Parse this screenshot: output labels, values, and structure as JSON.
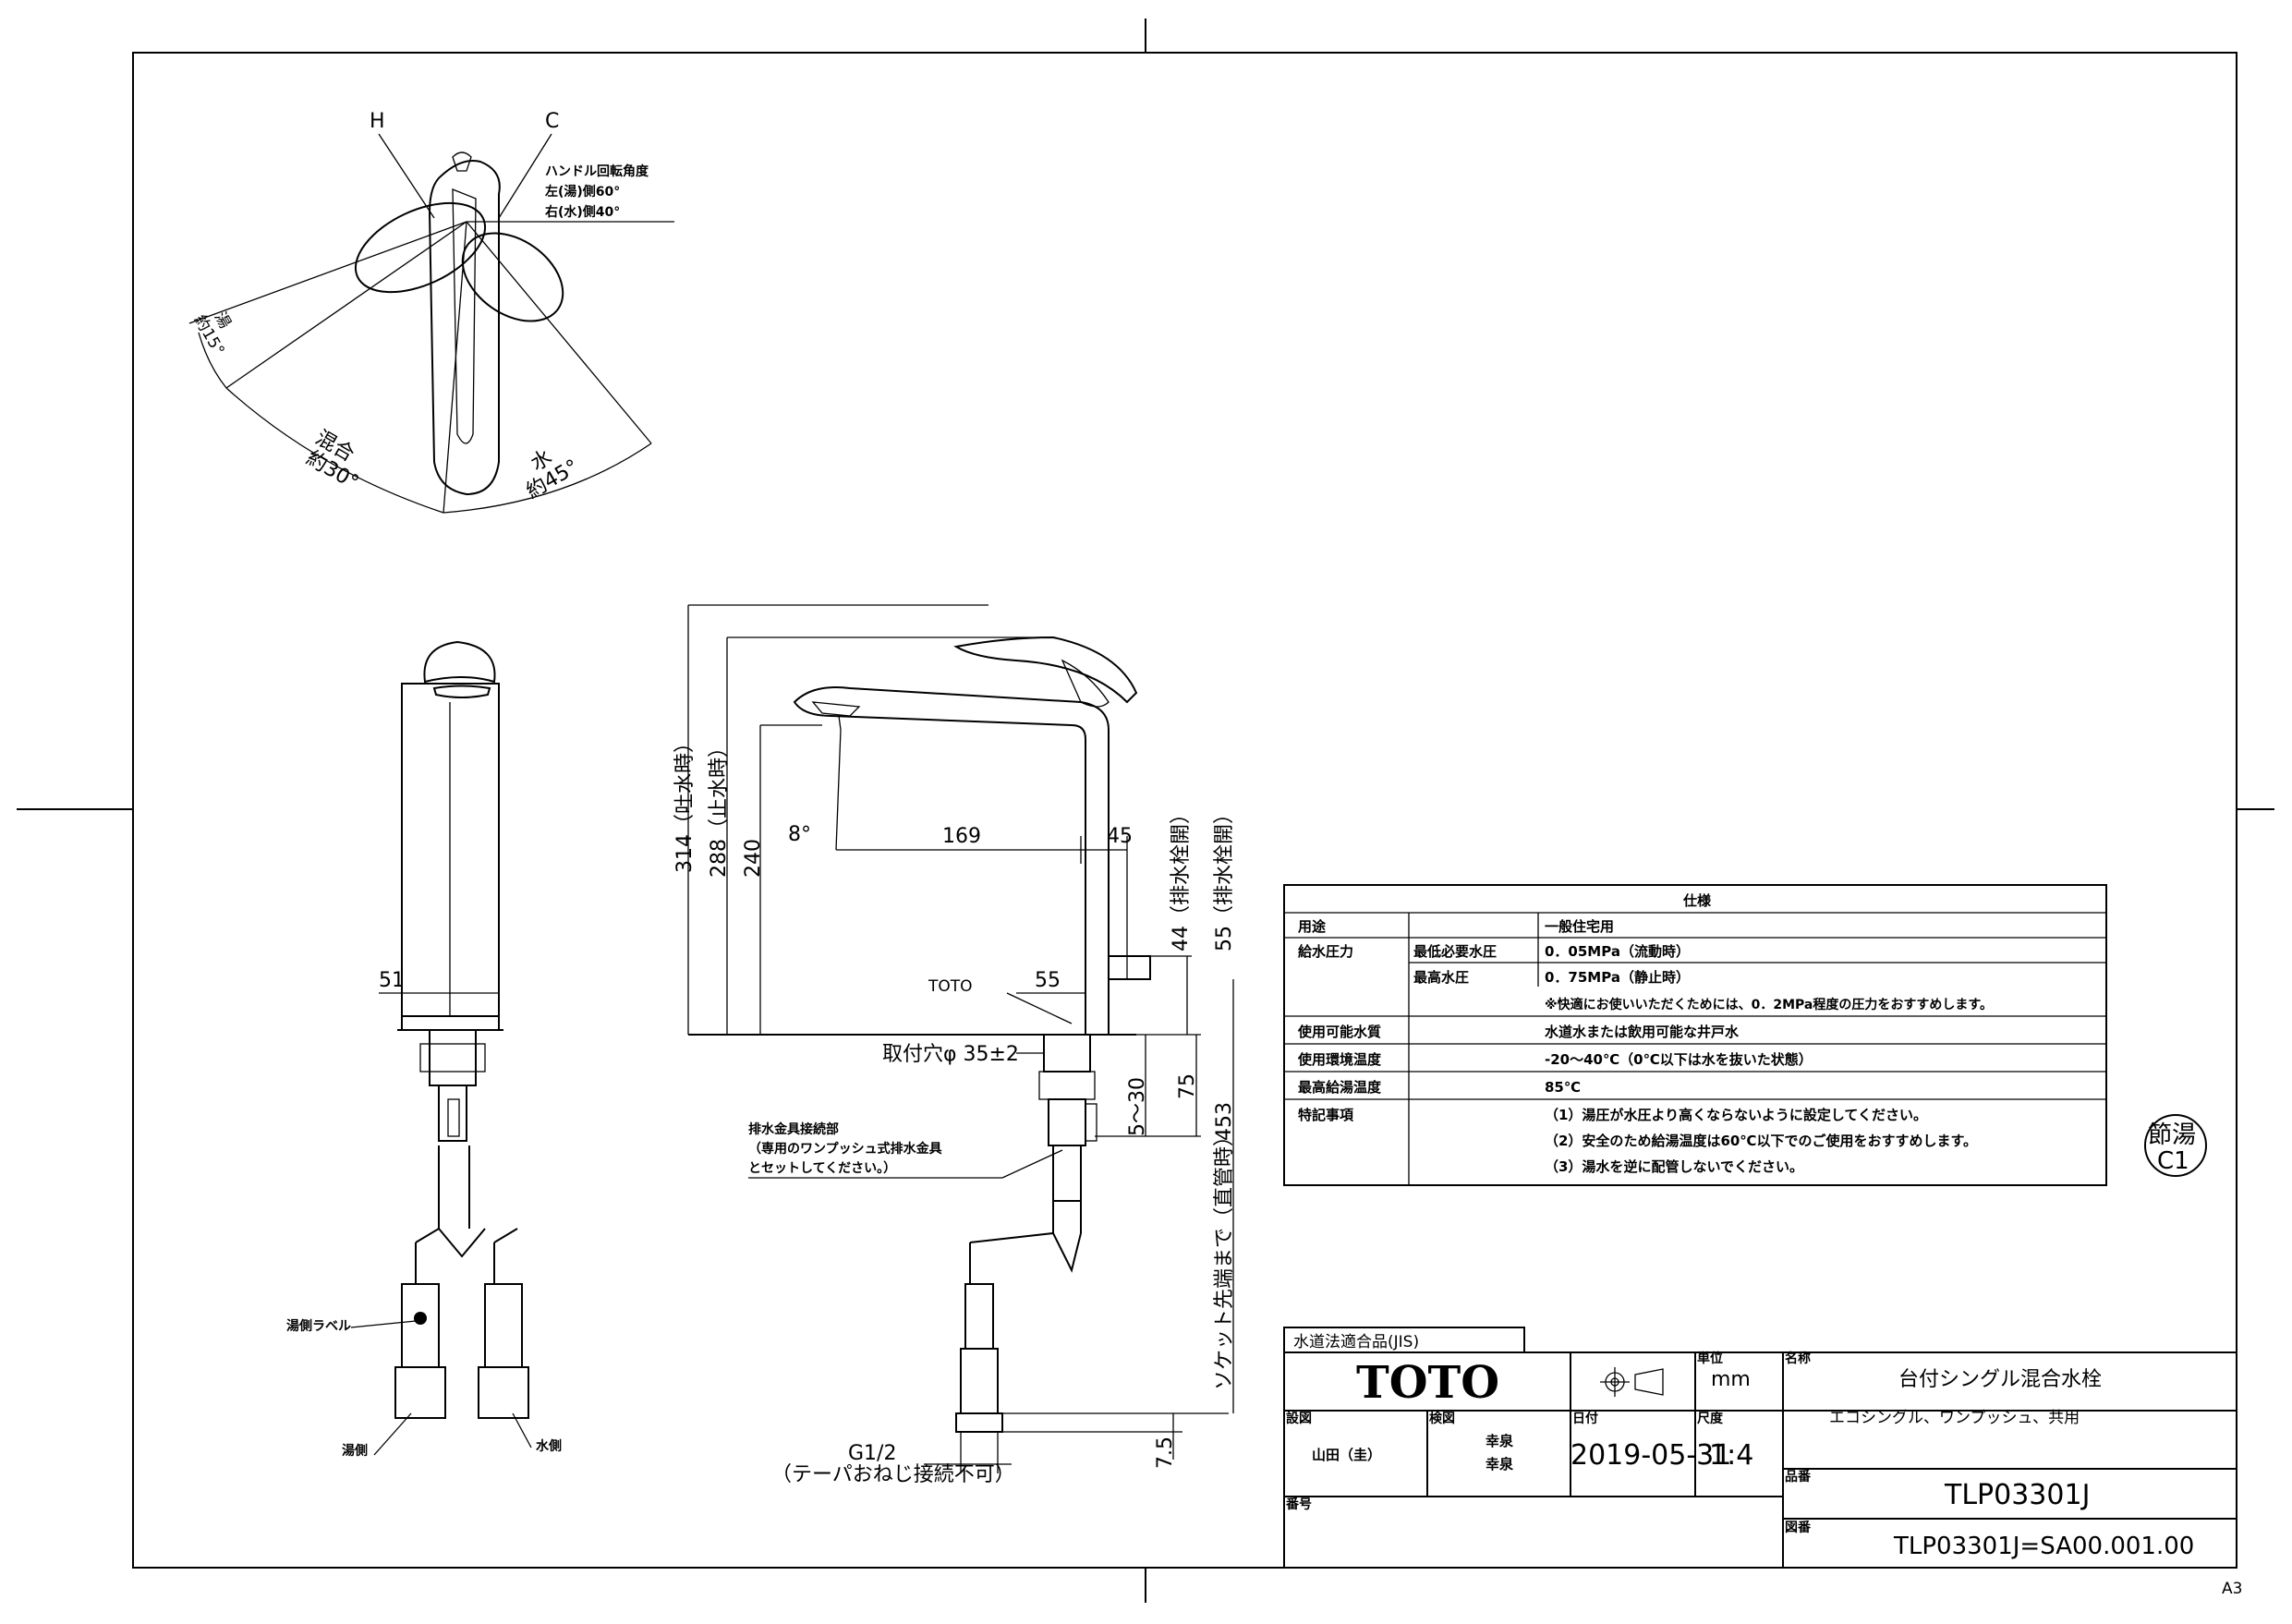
{
  "top_view": {
    "label_h": "H",
    "label_c": "C",
    "handle_note": [
      "ハンドル回転角度",
      "左(湯)側60°",
      "右(水)側40°"
    ],
    "angle_hot": [
      "湯",
      "約15°"
    ],
    "angle_mix": [
      "混合",
      "約30°"
    ],
    "angle_cold": [
      "水",
      "約45°"
    ]
  },
  "dims": {
    "d314": "314（吐水時）",
    "d288": "288（止水時）",
    "d240": "240",
    "angle8": "8°",
    "d169": "169",
    "d45": "45",
    "d44": "44（排水栓開）",
    "d55r": "55（排水栓開）",
    "d55": "55",
    "toto_mark": "TOTO",
    "hole": "取付穴φ 35±2",
    "d75": "75",
    "d5_30": "5～30",
    "d453": "453",
    "socket": "ソケット先端まで（直管時）",
    "d7_5": "7.5",
    "g12": "G1/2",
    "taper": "（テーパおねじ接続不可）",
    "d51": "51",
    "drain_note": [
      "排水金具接続部",
      "（専用のワンプッシュ式排水金具",
      "とセットしてください。）"
    ],
    "hot_label": "湯側ラベル",
    "hot_side": "湯側",
    "cold_side": "水側"
  },
  "spec_table": {
    "title": "仕様",
    "rows": [
      {
        "label": "用途",
        "sub": "",
        "value": "一般住宅用"
      },
      {
        "label": "給水圧力",
        "sub": "最低必要水圧",
        "value": "0．05MPa（流動時）"
      },
      {
        "label": "",
        "sub": "最高水圧",
        "value": "0．75MPa（静止時）"
      },
      {
        "label": "",
        "sub": "",
        "value": "※快適にお使いいただくためには、0．2MPa程度の圧力をおすすめします。"
      },
      {
        "label": "使用可能水質",
        "sub": "",
        "value": "水道水または飲用可能な井戸水"
      },
      {
        "label": "使用環境温度",
        "sub": "",
        "value": "-20～40℃（0℃以下は水を抜いた状態）"
      },
      {
        "label": "最高給湯温度",
        "sub": "",
        "value": "85℃"
      },
      {
        "label": "特記事項",
        "sub": "",
        "value": "（1）湯圧が水圧より高くならないように設定してください。"
      },
      {
        "label": "",
        "sub": "",
        "value": "（2）安全のため給湯温度は60℃以下でのご使用をおすすめします。"
      },
      {
        "label": "",
        "sub": "",
        "value": "（3）湯水を逆に配管しないでください。"
      }
    ]
  },
  "stamp": {
    "line1": "節湯",
    "line2": "C1"
  },
  "title_block": {
    "jis": "水道法適合品(JIS)",
    "logo": "TOTO",
    "unit_label": "単位",
    "unit": "mm",
    "name_label": "名称",
    "name": "台付シングル混合水栓",
    "subname": "エコシングル、ワンプッシュ、共用",
    "design_label": "設図",
    "designer": "山田（圭）",
    "check_label": "検図",
    "checkers": [
      "幸泉",
      "幸泉"
    ],
    "date_label": "日付",
    "date": "2019-05-31",
    "scale_label": "尺度",
    "scale": "1:4",
    "model_label": "品番",
    "model": "TLP03301J",
    "drawing_label": "図番",
    "drawing": "TLP03301J=SA00.001.00",
    "number_label": "番号"
  },
  "sheet_size": "A3"
}
